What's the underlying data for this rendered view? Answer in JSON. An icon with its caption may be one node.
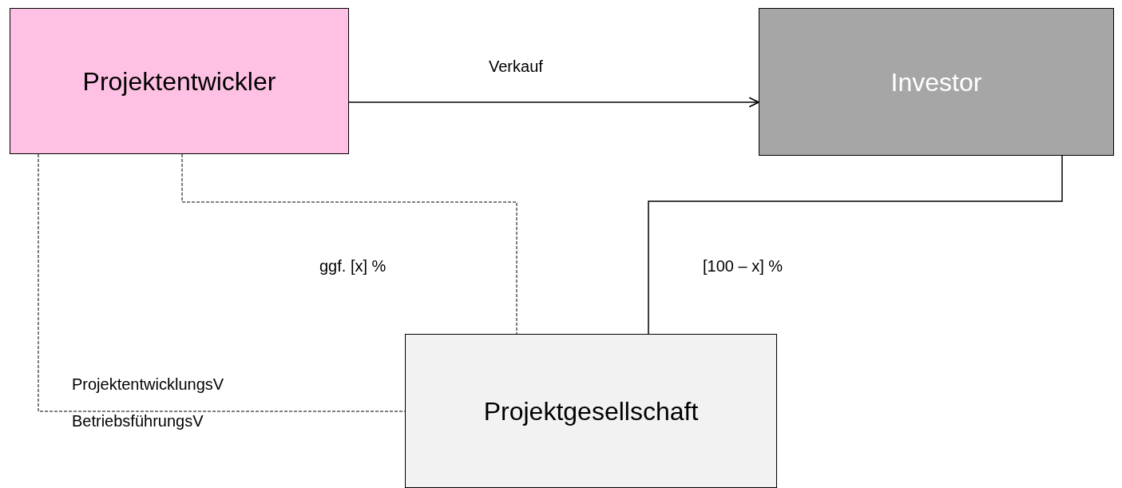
{
  "diagram": {
    "nodes": [
      {
        "text": [
          "Projektentwickler"
        ]
      },
      {
        "text": [
          "Investor"
        ]
      },
      {
        "text": [
          "Projektgesellschaft"
        ]
      }
    ],
    "edges": [
      {
        "from": 0,
        "to": 1,
        "arrow": "to",
        "label": "Verkauf"
      },
      {
        "from": 0,
        "to": 2,
        "arrow": "none",
        "style": "dashed",
        "label": "ggf. [x] %"
      },
      {
        "from": 1,
        "to": 2,
        "arrow": "none",
        "label": "[100 – x] %"
      },
      {
        "from": 0,
        "to": 2,
        "arrow": "none",
        "style": "dashed",
        "label": "ProjektentwicklungsV"
      }
    ],
    "labels": [
      "BetriebsführungsV"
    ]
  }
}
